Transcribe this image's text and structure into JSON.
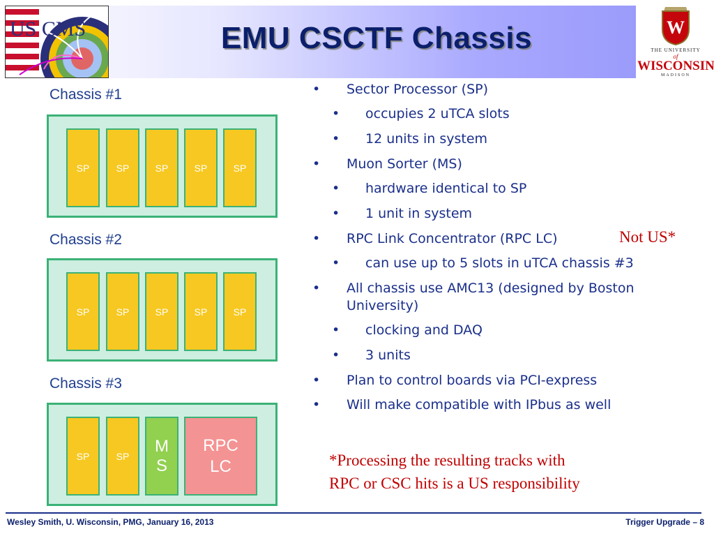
{
  "header": {
    "title": "EMU CSCTF Chassis",
    "left_logo_text": "US CMS",
    "right_logo_line1": "THE UNIVERSITY",
    "right_logo_line2": "of",
    "right_logo_line3": "WISCONSIN",
    "right_logo_line4": "MADISON"
  },
  "chassis": [
    {
      "label": "Chassis #1",
      "slots": [
        "SP",
        "SP",
        "SP",
        "SP",
        "SP"
      ]
    },
    {
      "label": "Chassis #2",
      "slots": [
        "SP",
        "SP",
        "SP",
        "SP",
        "SP"
      ]
    },
    {
      "label": "Chassis #3",
      "slots": [
        "SP",
        "SP",
        "M\nS",
        "RPC\nLC"
      ]
    }
  ],
  "bullets": [
    {
      "level": 1,
      "text": "Sector Processor (SP)"
    },
    {
      "level": 2,
      "text": "occupies 2 uTCA slots"
    },
    {
      "level": 2,
      "text": "12 units in system"
    },
    {
      "level": 1,
      "text": "Muon Sorter (MS)"
    },
    {
      "level": 2,
      "text": "hardware identical to SP"
    },
    {
      "level": 2,
      "text": "1 unit in system"
    },
    {
      "level": 1,
      "text": "RPC Link Concentrator (RPC LC)"
    },
    {
      "level": 2,
      "text": "can use up to 5 slots in uTCA chassis #3"
    },
    {
      "level": 1,
      "text": "All chassis use AMC13 (designed by Boston"
    },
    {
      "level": 1,
      "text": "University)",
      "continuation": true
    },
    {
      "level": 2,
      "text": "clocking and DAQ"
    },
    {
      "level": 2,
      "text": "3 units"
    },
    {
      "level": 1,
      "text": "Plan to control boards via PCI-express"
    },
    {
      "level": 1,
      "text": "Will make compatible with IPbus as well"
    }
  ],
  "bullet_symbol": "•",
  "not_us_note": "Not US*",
  "footnote": {
    "line1": "*Processing the resulting tracks with",
    "line2": "RPC or CSC hits is a US responsibility"
  },
  "footer": {
    "left": "Wesley Smith, U. Wisconsin, PMG, January 16, 2013",
    "right": "Trigger Upgrade  – 8"
  },
  "colors": {
    "title": "#0b1f6b",
    "chassis_bg": "#cdeee0",
    "chassis_border": "#3bb277",
    "sp_slot": "#f7c821",
    "ms_slot": "#92d050",
    "rpc_slot": "#f49393",
    "note_red": "#c00000",
    "bullet_text": "#1a2f8a"
  }
}
